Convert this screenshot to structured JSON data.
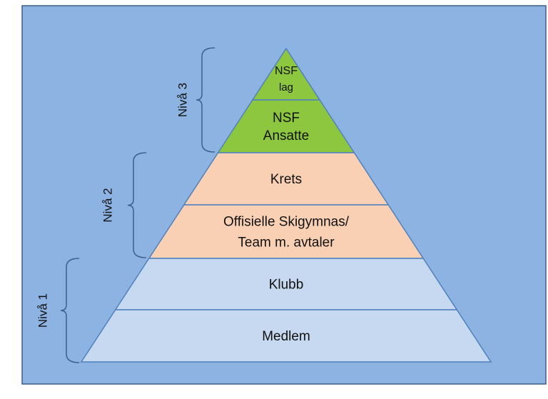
{
  "diagram": {
    "colors": {
      "background": "#8db3e2",
      "frame_border": "#3b5f8a",
      "level3": "#8dc63f",
      "level2": "#f9d0b4",
      "level1": "#c6d9f0",
      "tier_border": "#4f81bd",
      "bracket": "#3b5f8a",
      "text": "#111111"
    },
    "tiers": [
      {
        "lines": [
          "NSF",
          "lag"
        ],
        "level": 3
      },
      {
        "lines": [
          "NSF",
          "Ansatte"
        ],
        "level": 3
      },
      {
        "lines": [
          "Krets"
        ],
        "level": 2
      },
      {
        "lines": [
          "Offisielle Skigymnas/",
          "Team m. avtaler"
        ],
        "level": 2
      },
      {
        "lines": [
          "Klubb"
        ],
        "level": 1
      },
      {
        "lines": [
          "Medlem"
        ],
        "level": 1
      }
    ],
    "levels": [
      {
        "label": "Nivå 3",
        "level": 3
      },
      {
        "label": "Nivå 2",
        "level": 2
      },
      {
        "label": "Nivå 1",
        "level": 1
      }
    ]
  }
}
